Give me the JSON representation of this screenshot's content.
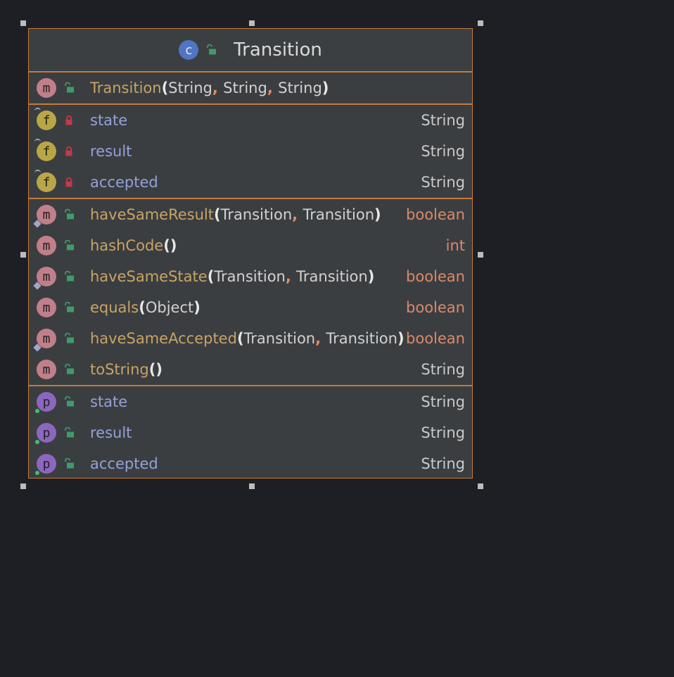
{
  "class": {
    "kind_letter": "c",
    "name": "Transition"
  },
  "constructor": {
    "kind_letter": "m",
    "name": "Transition",
    "params": [
      "String",
      "String",
      "String"
    ]
  },
  "fields": [
    {
      "kind_letter": "f",
      "name": "state",
      "type": "String"
    },
    {
      "kind_letter": "f",
      "name": "result",
      "type": "String"
    },
    {
      "kind_letter": "f",
      "name": "accepted",
      "type": "String"
    }
  ],
  "methods": [
    {
      "kind_letter": "m",
      "name": "haveSameResult",
      "params": [
        "Transition",
        "Transition"
      ],
      "type": "boolean"
    },
    {
      "kind_letter": "m",
      "name": "hashCode",
      "params": [],
      "type": "int"
    },
    {
      "kind_letter": "m",
      "name": "haveSameState",
      "params": [
        "Transition",
        "Transition"
      ],
      "type": "boolean"
    },
    {
      "kind_letter": "m",
      "name": "equals",
      "params": [
        "Object"
      ],
      "type": "boolean"
    },
    {
      "kind_letter": "m",
      "name": "haveSameAccepted",
      "params": [
        "Transition",
        "Transition"
      ],
      "type": "boolean"
    },
    {
      "kind_letter": "m",
      "name": "toString",
      "params": [],
      "type": "String"
    }
  ],
  "properties": [
    {
      "kind_letter": "p",
      "name": "state",
      "type": "String"
    },
    {
      "kind_letter": "p",
      "name": "result",
      "type": "String"
    },
    {
      "kind_letter": "p",
      "name": "accepted",
      "type": "String"
    }
  ],
  "colors": {
    "background": "#1e1f25",
    "box_border": "#c57a3a",
    "method_icon": "#c17f8a",
    "field_icon": "#b9a747",
    "property_icon": "#8c67c0",
    "class_icon": "#4f75c4",
    "public_lock": "#3f9b6b",
    "private_lock": "#c23a4d"
  }
}
